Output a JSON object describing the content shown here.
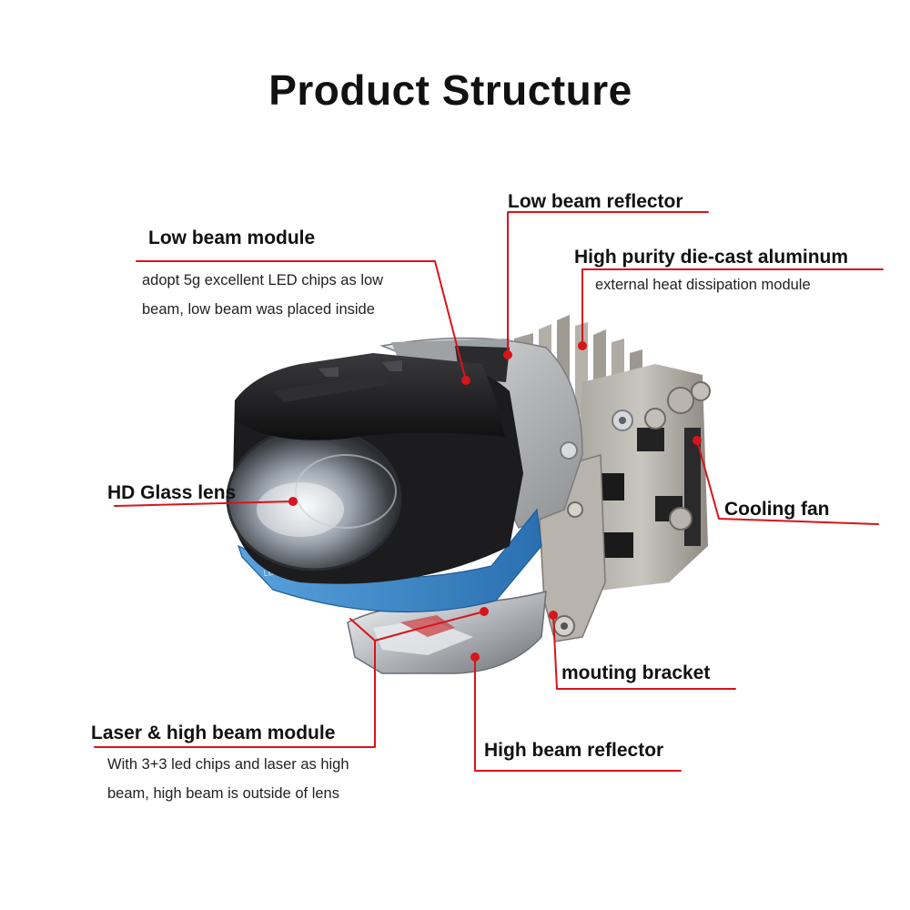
{
  "title": "Product Structure",
  "colors": {
    "leader": "#d8141c",
    "housing": "#b9bbbd",
    "lens_cap": "#1c1c1e",
    "blue_band": "#2f80c8",
    "chrome": "#cfd2d6",
    "fins": "#a8a49d"
  },
  "callouts": {
    "low_beam_reflector": "Low beam reflector",
    "low_beam_module": {
      "label": "Low beam module",
      "description_lines": [
        "adopt 5g excellent LED chips as low",
        "beam, low beam was placed inside"
      ]
    },
    "heat_dissipation": {
      "label": "High purity die-cast aluminum",
      "description": "external heat dissipation module"
    },
    "hd_glass_lens": "HD Glass lens",
    "cooling_fan": "Cooling fan",
    "mouting_bracket": "mouting bracket",
    "laser_high_beam_module": {
      "label": "Laser & high beam module",
      "description_lines": [
        "With 3+3 led chips and laser  as high",
        "beam, high beam is outside of lens"
      ]
    },
    "high_beam_reflector": "High beam reflector"
  },
  "product_marking": "LB2021901150BB"
}
